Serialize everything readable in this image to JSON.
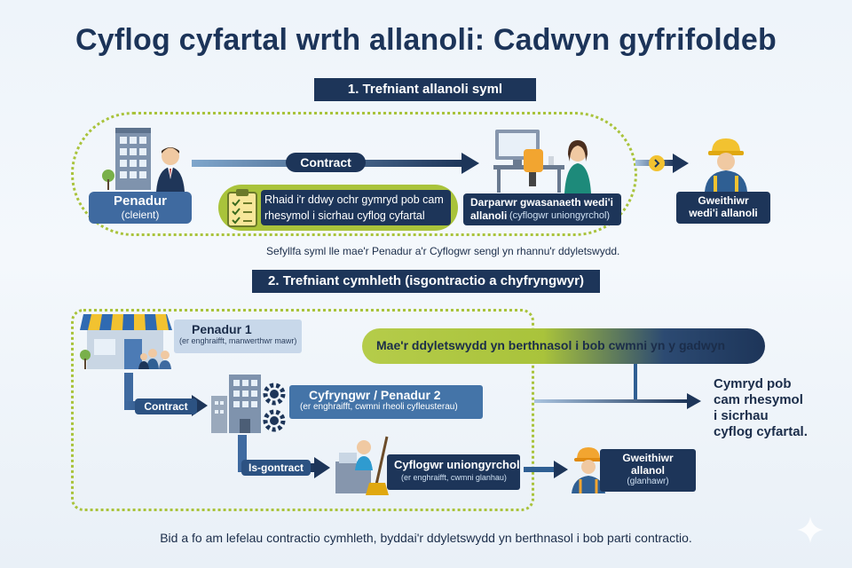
{
  "title": "Cyflog cyfartal wrth allanoli: Cadwyn gyfrifoldeb",
  "section1": {
    "heading": "1. Trefniant allanoli syml",
    "principal": {
      "name": "Penadur",
      "sub": "(cleient)"
    },
    "contract_label": "Contract",
    "obligation": "Rhaid i'r ddwy ochr gymryd pob cam rhesymol i sicrhau cyflog cyfartal",
    "provider": {
      "name": "Darparwr gwasanaeth wedi'i",
      "name2": "allanoli",
      "sub": "(cyflogwr uniongyrchol)"
    },
    "worker": {
      "line1": "Gweithiwr",
      "line2": "wedi'i allanoli"
    },
    "caption": "Sefyllfa syml lle mae'r Penadur a'r Cyflogwr sengl yn rhannu'r ddyletswydd."
  },
  "section2": {
    "heading": "2. Trefniant cymhleth (isgontractio a chyfryngwyr)",
    "principal1": {
      "name": "Penadur 1",
      "sub": "(er enghraifft, manwerthwr mawr)"
    },
    "contract_label": "Contract",
    "intermediary": {
      "name": "Cyfryngwr / Penadur 2",
      "sub": "(er enghraifft, cwmni rheoli cyfleusterau)"
    },
    "subcontract_label": "Is-gontract",
    "direct_employer": {
      "name": "Cyflogwr uniongyrchol",
      "sub": "(er enghraifft, cwmni glanhau)"
    },
    "worker": {
      "line1": "Gweithiwr",
      "line2": "allanol",
      "sub": "(glanhawr)"
    },
    "duty_banner": "Mae'r ddyletswydd yn berthnasol i bob cwmni yn y gadwyn",
    "action": {
      "l1": "Cymryd pob",
      "l2": "cam rhesymol",
      "l3": "i sicrhau",
      "l4": "cyflog cyfartal."
    }
  },
  "footer": "Bid a fo am lefelau contractio cymhleth, byddai'r ddyletswydd yn berthnasol i bob parti contractio.",
  "colors": {
    "navy": "#1d3559",
    "blue": "#3f6aa0",
    "green": "#a9c33b",
    "yellow": "#f2c230"
  }
}
